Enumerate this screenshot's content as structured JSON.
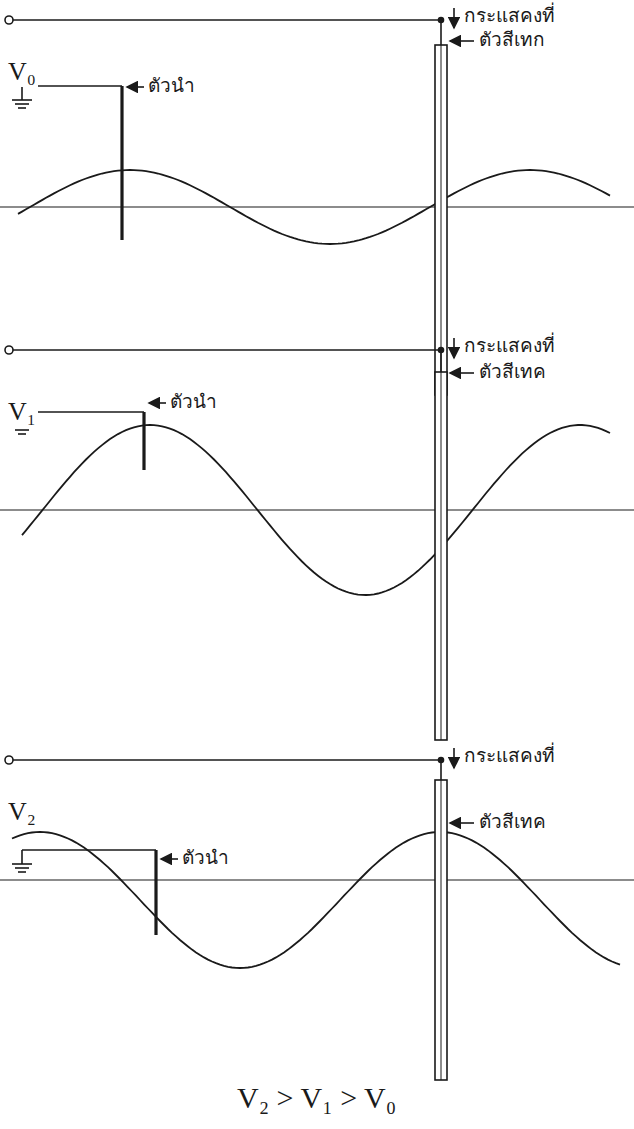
{
  "diagram": {
    "caption": "V₂ > V₁ > V₀",
    "labels": [
      "V₀",
      "กระแสคงที่",
      "ตัวสีเทก",
      "ตัวนำ",
      "V₁",
      "กระแสคงที่",
      "ตัวสีเทค",
      "ตัวนำ",
      "V₂",
      "กระแสคงที่",
      "ตัวสีเทค",
      "ตัวนำ"
    ]
  }
}
